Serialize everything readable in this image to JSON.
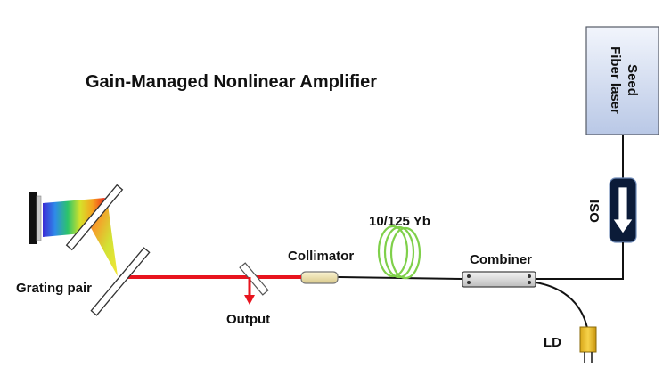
{
  "title": "Gain-Managed Nonlinear Amplifier",
  "labels": {
    "seed_line1": "Seed",
    "seed_line2": "Fiber laser",
    "iso": "ISO",
    "fiber": "10/125 Yb",
    "collimator": "Collimator",
    "combiner": "Combiner",
    "grating_pair": "Grating pair",
    "output": "Output",
    "ld": "LD"
  },
  "colors": {
    "beam": "#e8141e",
    "fiber_coil": "#7fd04a",
    "seed_box_top": "#f2f5fc",
    "seed_box_bottom": "#b9c8e6",
    "collimator": "#f2e6b0",
    "combiner": "#e2e2e2",
    "iso_body": "#0b1b38",
    "ld_body": "#f0c42c"
  }
}
